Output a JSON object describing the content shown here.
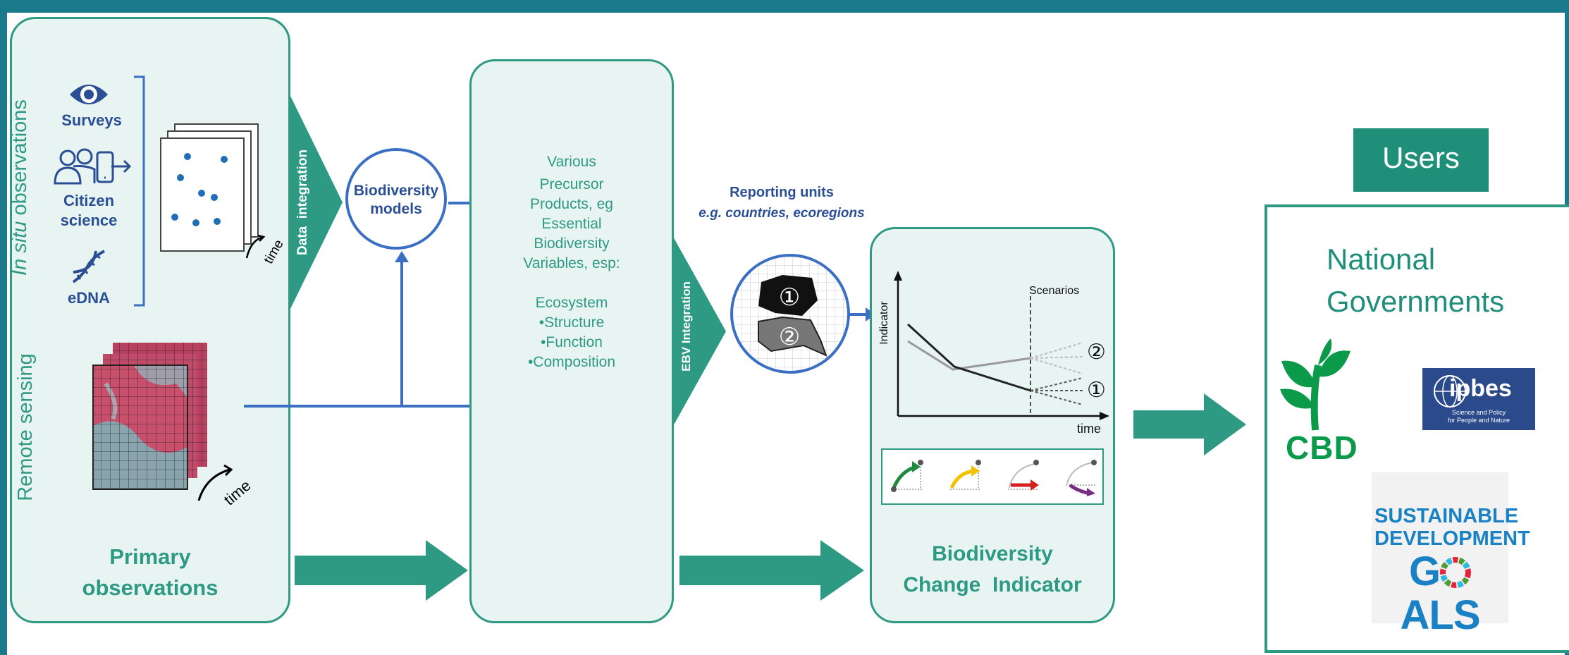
{
  "primary": {
    "in_situ_italic": "In situ",
    "in_situ_rest": " observations",
    "surveys": "Surveys",
    "citizen": "Citizen",
    "science": "science",
    "edna": "eDNA",
    "time1": "time",
    "remote_sensing": "Remote sensing",
    "time2": "time",
    "title1": "Primary",
    "title2": "observations"
  },
  "data_integration": {
    "data": "Data",
    "integration": "integration"
  },
  "models": {
    "line1": "Biodiversity",
    "line2": "models"
  },
  "precursor": {
    "lines": [
      "Various",
      "Precursor",
      "Products, eg",
      "Essential",
      "Biodiversity",
      "Variables, esp:"
    ],
    "ecosystem": "Ecosystem",
    "items": [
      "•Structure",
      "•Function",
      "•Composition"
    ]
  },
  "ebv_integration": "EBV Integration",
  "reporting": {
    "title": "Reporting units",
    "subtitle": "e.g. countries, ecoregions",
    "unit1": "①",
    "unit2": "②"
  },
  "indicator": {
    "scenarios": "Scenarios",
    "ylabel": "Indicator",
    "xlabel": "time",
    "mark2": "②",
    "mark1": "①",
    "title1": "Biodiversity",
    "title2": "Change  Indicator"
  },
  "users": {
    "label": "Users",
    "national": "National",
    "governments": "Governments",
    "cbd": "CBD",
    "ipbes": "ipbes",
    "ipbes_sub1": "Science and Policy",
    "ipbes_sub2": "for People and Nature",
    "sdg1": "SUSTAINABLE",
    "sdg2": "DEVELOPMENT",
    "sdg3_g": "G",
    "sdg3_als": "ALS"
  },
  "colors": {
    "teal": "#2e9a84",
    "blue": "#3b6fc4",
    "navy": "#2a4f94",
    "banner": "#1a7a8c"
  }
}
